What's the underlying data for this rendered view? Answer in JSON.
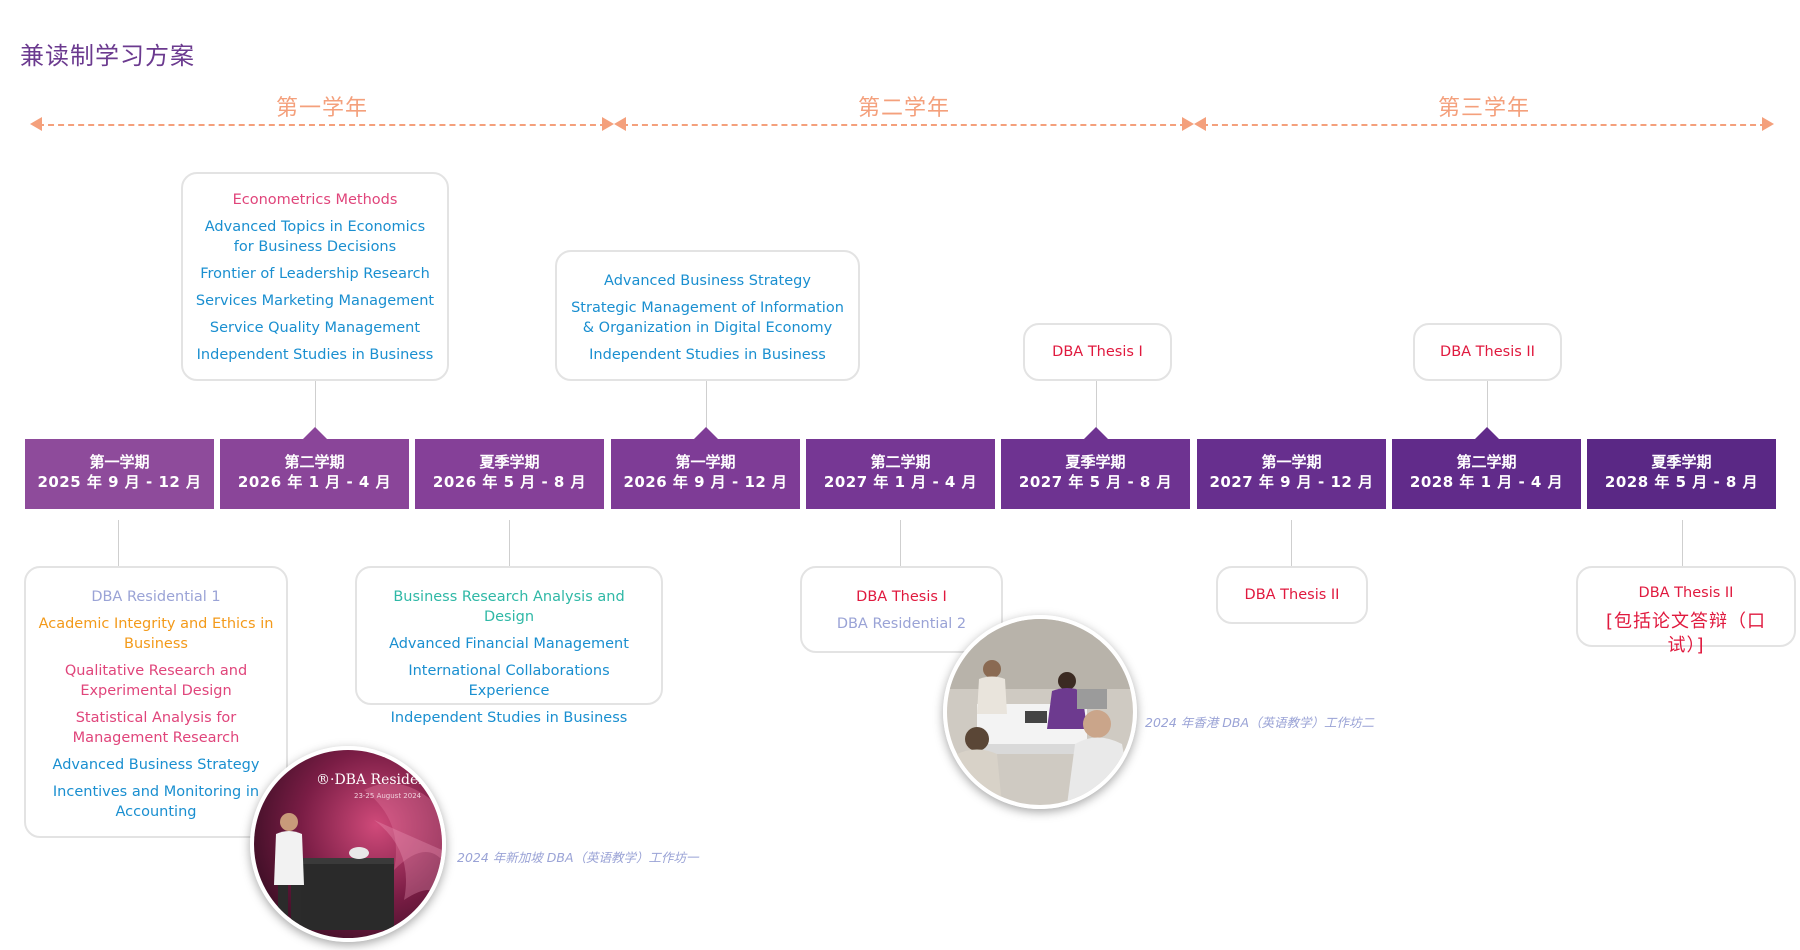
{
  "title": "兼读制学习方案",
  "colors": {
    "purple_dark": "#5a2a85",
    "purple_mid": "#7e3e9a",
    "orange_arrow": "#f4a07c",
    "pink": "#e0457b",
    "blue": "#1a8fd0",
    "teal": "#2fb8a6",
    "orange": "#f39a1a",
    "lavender": "#9aa3d6",
    "red": "#e0193e"
  },
  "years": [
    {
      "label": "第一学年"
    },
    {
      "label": "第二学年"
    },
    {
      "label": "第三学年"
    }
  ],
  "terms": [
    {
      "name": "第一学期",
      "dates": "2025 年 9 月 - 12 月",
      "color": "#8e4b9b"
    },
    {
      "name": "第二学期",
      "dates": "2026 年 1 月 - 4 月",
      "color": "#8a4599"
    },
    {
      "name": "夏季学期",
      "dates": "2026 年 5 月 - 8 月",
      "color": "#854098"
    },
    {
      "name": "第一学期",
      "dates": "2026 年 9 月 - 12 月",
      "color": "#7e3c96"
    },
    {
      "name": "第二学期",
      "dates": "2027 年 1 月 - 4 月",
      "color": "#763794"
    },
    {
      "name": "夏季学期",
      "dates": "2027 年 5 月 - 8 月",
      "color": "#6e3391"
    },
    {
      "name": "第一学期",
      "dates": "2027 年 9 月 - 12 月",
      "color": "#672f8e"
    },
    {
      "name": "第二学期",
      "dates": "2028 年 1 月 - 4 月",
      "color": "#612b8a"
    },
    {
      "name": "夏季学期",
      "dates": "2028 年 5 月 - 8 月",
      "color": "#5a2885"
    }
  ],
  "course_boxes": {
    "box_top_t2": [
      {
        "text": "Econometrics Methods",
        "color": "#e0457b"
      },
      {
        "text": "Advanced Topics in Economics for Business Decisions",
        "color": "#1a8fd0"
      },
      {
        "text": "Frontier of Leadership Research",
        "color": "#1a8fd0"
      },
      {
        "text": "Services Marketing Management",
        "color": "#1a8fd0"
      },
      {
        "text": "Service Quality Management",
        "color": "#1a8fd0"
      },
      {
        "text": "Independent Studies in Business",
        "color": "#1a8fd0"
      }
    ],
    "box_top_t4": [
      {
        "text": "Advanced Business Strategy",
        "color": "#1a8fd0"
      },
      {
        "text": "Strategic Management of Information & Organization in Digital Economy",
        "color": "#1a8fd0"
      },
      {
        "text": "Independent Studies in Business",
        "color": "#1a8fd0"
      }
    ],
    "box_top_t6": [
      {
        "text": "DBA Thesis I",
        "color": "#e0193e"
      }
    ],
    "box_top_t8": [
      {
        "text": "DBA Thesis II",
        "color": "#e0193e"
      }
    ],
    "box_bottom_t1": [
      {
        "text": "DBA Residential 1",
        "color": "#9aa3d6"
      },
      {
        "text": "Academic Integrity and Ethics in Business",
        "color": "#f39a1a"
      },
      {
        "text": "Qualitative Research and Experimental Design",
        "color": "#e0457b"
      },
      {
        "text": "Statistical Analysis for Management Research",
        "color": "#e0457b"
      },
      {
        "text": "Advanced Business Strategy",
        "color": "#1a8fd0"
      },
      {
        "text": "Incentives and Monitoring in Accounting",
        "color": "#1a8fd0"
      }
    ],
    "box_bottom_t3": [
      {
        "text": "Business Research Analysis and Design",
        "color": "#2fb8a6"
      },
      {
        "text": "Advanced Financial Management",
        "color": "#1a8fd0"
      },
      {
        "text": "International Collaborations Experience",
        "color": "#1a8fd0"
      },
      {
        "text": "Independent Studies in Business",
        "color": "#1a8fd0"
      }
    ],
    "box_bottom_t5": [
      {
        "text": "DBA Thesis I",
        "color": "#e0193e"
      },
      {
        "text": "DBA Residential 2",
        "color": "#9aa3d6"
      }
    ],
    "box_bottom_t7": [
      {
        "text": "DBA Thesis II",
        "color": "#e0193e"
      }
    ],
    "box_bottom_t9": [
      {
        "text": "DBA Thesis II",
        "color": "#e0193e"
      },
      {
        "text": "[包括论文答辩（口试）]",
        "color": "#e0193e"
      }
    ]
  },
  "photos": {
    "singapore": {
      "banner_text": "®·DBA Residentia",
      "banner_sub": "23-25 August 2024",
      "caption": "2024 年新加坡 DBA（英语教学）工作坊一"
    },
    "hongkong": {
      "caption": "2024 年香港 DBA（英语教学）工作坊二"
    }
  }
}
